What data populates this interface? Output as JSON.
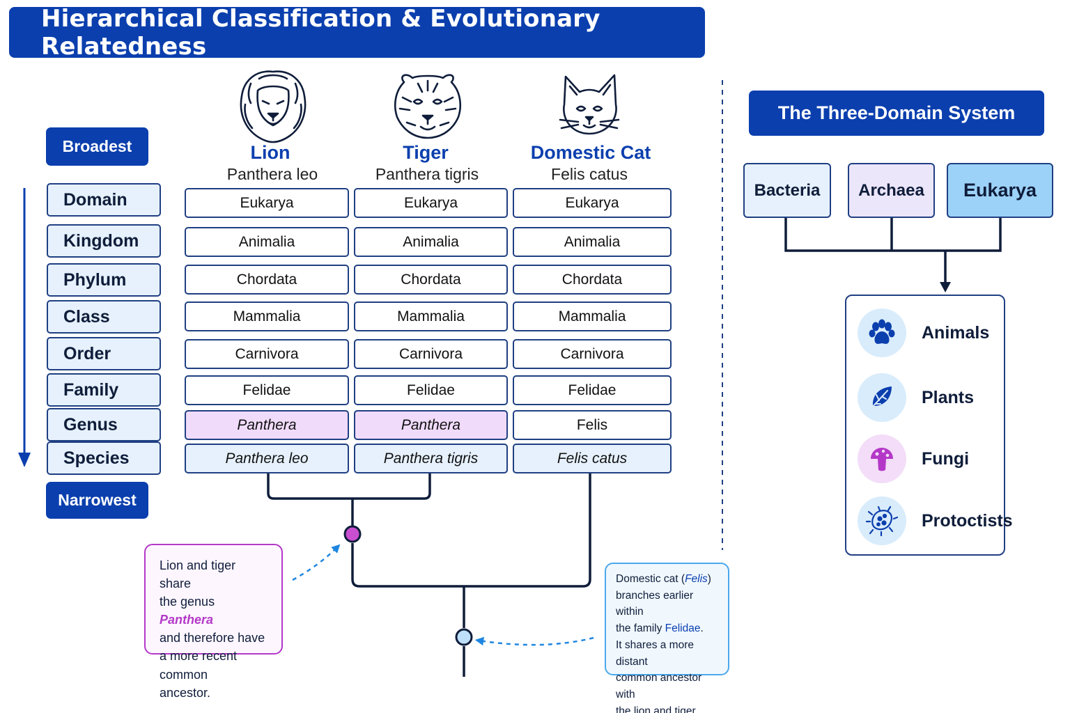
{
  "title": "Hierarchical Classification & Evolutionary Relatedness",
  "scale": {
    "broadest": "Broadest",
    "narrowest": "Narrowest"
  },
  "ranks": [
    "Domain",
    "Kingdom",
    "Phylum",
    "Class",
    "Order",
    "Family",
    "Genus",
    "Species"
  ],
  "animals": [
    {
      "name": "Lion",
      "scientific": "Panthera leo",
      "icon": "lion-icon",
      "taxa": [
        "Eukarya",
        "Animalia",
        "Chordata",
        "Mammalia",
        "Carnivora",
        "Felidae",
        "Panthera",
        "Panthera leo"
      ]
    },
    {
      "name": "Tiger",
      "scientific": "Panthera tigris",
      "icon": "tiger-icon",
      "taxa": [
        "Eukarya",
        "Animalia",
        "Chordata",
        "Mammalia",
        "Carnivora",
        "Felidae",
        "Panthera",
        "Panthera tigris"
      ]
    },
    {
      "name": "Domestic Cat",
      "scientific": "Felis catus",
      "icon": "cat-icon",
      "taxa": [
        "Eukarya",
        "Animalia",
        "Chordata",
        "Mammalia",
        "Carnivora",
        "Felidae",
        "Felis",
        "Felis catus"
      ]
    }
  ],
  "three_domain": {
    "title": "The Three-Domain System",
    "domains": [
      {
        "label": "Bacteria",
        "color": "#e6f1fd"
      },
      {
        "label": "Archaea",
        "color": "#ece6fb"
      },
      {
        "label": "Eukarya",
        "color": "#9dd2f8"
      }
    ],
    "groups": [
      {
        "label": "Animals",
        "icon": "paw-icon"
      },
      {
        "label": "Plants",
        "icon": "leaf-icon"
      },
      {
        "label": "Fungi",
        "icon": "mushroom-icon"
      },
      {
        "label": "Protoctists",
        "icon": "microbe-icon"
      }
    ]
  },
  "notes": {
    "genus_note": {
      "line1": "Lion and tiger share",
      "line2_pre": "the genus ",
      "line2_hl": "Panthera",
      "line3": "and therefore have",
      "line4": "a more recent common",
      "line5": "ancestor."
    },
    "family_note": {
      "line1_pre": "Domestic cat  (",
      "line1_hl": "Felis",
      "line1_post": ")",
      "line2": "branches earlier within",
      "line3_pre": "the family ",
      "line3_hl": "Felidae",
      "line3_post": ".",
      "line4": "It shares a more distant",
      "line5": "common ancestor with",
      "line6": "the lion and tiger."
    }
  },
  "colors": {
    "primary": "#0b3fae",
    "border": "#1f3f82",
    "genus_shared": "#f1dbfa",
    "species": "#e6f1fd",
    "node_genus": "#c94fd0",
    "node_family": "#bfe0fb",
    "note_purple": "#b438c8",
    "note_blue": "#4aa8ec"
  }
}
